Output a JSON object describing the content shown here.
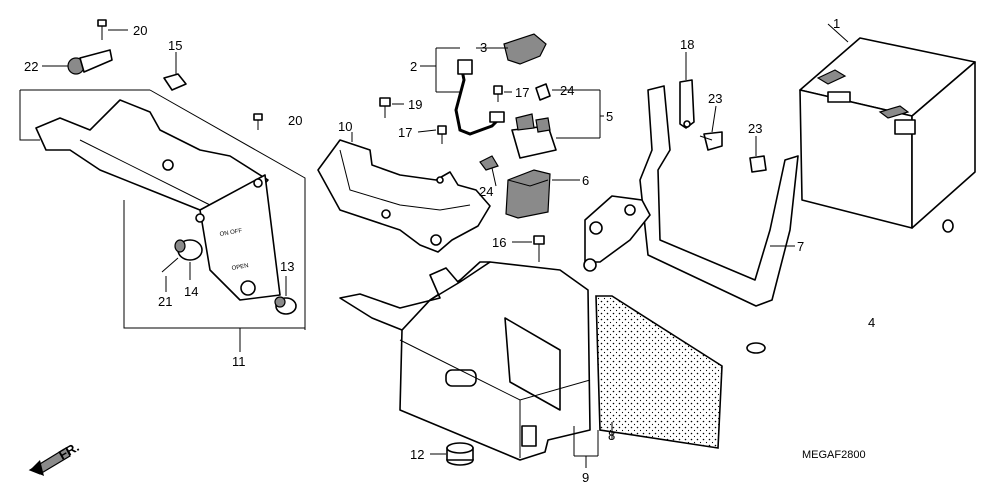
{
  "diagram": {
    "code": "MEGAF2800",
    "front_arrow_label": "FR.",
    "cover_text_1": "ON OFF",
    "cover_text_2": "OPEN",
    "labels": [
      {
        "id": "p1",
        "text": "1"
      },
      {
        "id": "p2",
        "text": "2"
      },
      {
        "id": "p3",
        "text": "3"
      },
      {
        "id": "p4",
        "text": "4"
      },
      {
        "id": "p5",
        "text": "5"
      },
      {
        "id": "p6",
        "text": "6"
      },
      {
        "id": "p7",
        "text": "7"
      },
      {
        "id": "p8",
        "text": "8"
      },
      {
        "id": "p9",
        "text": "9"
      },
      {
        "id": "p10",
        "text": "10"
      },
      {
        "id": "p11",
        "text": "11"
      },
      {
        "id": "p12",
        "text": "12"
      },
      {
        "id": "p13",
        "text": "13"
      },
      {
        "id": "p14",
        "text": "14"
      },
      {
        "id": "p15",
        "text": "15"
      },
      {
        "id": "p16",
        "text": "16"
      },
      {
        "id": "p17a",
        "text": "17"
      },
      {
        "id": "p17b",
        "text": "17"
      },
      {
        "id": "p18",
        "text": "18"
      },
      {
        "id": "p19",
        "text": "19"
      },
      {
        "id": "p20a",
        "text": "20"
      },
      {
        "id": "p20b",
        "text": "20"
      },
      {
        "id": "p21",
        "text": "21"
      },
      {
        "id": "p22",
        "text": "22"
      },
      {
        "id": "p23a",
        "text": "23"
      },
      {
        "id": "p23b",
        "text": "23"
      },
      {
        "id": "p24a",
        "text": "24"
      },
      {
        "id": "p24b",
        "text": "24"
      }
    ]
  }
}
